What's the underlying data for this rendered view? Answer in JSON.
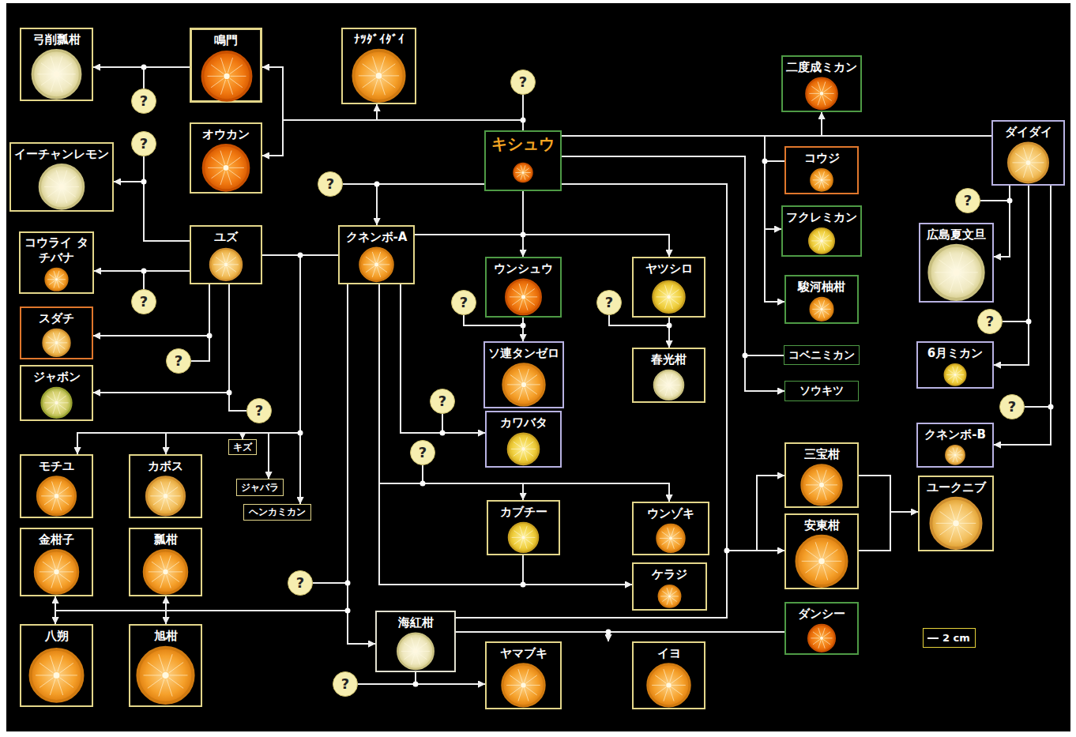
{
  "diagram": {
    "nodes": [
      {
        "text": [
          "弓削瓢柑"
        ]
      },
      {
        "text": [
          "鳴門"
        ]
      },
      {
        "text": [
          "ﾅﾂﾀﾞｲﾀﾞｲ"
        ]
      },
      {
        "text": [
          "?"
        ]
      },
      {
        "text": [
          "キシュウ"
        ]
      },
      {
        "text": [
          "二度成ミカン"
        ]
      },
      {
        "text": [
          "ダイダイ"
        ]
      },
      {
        "text": [
          "オウカン"
        ]
      },
      {
        "text": [
          "イーチャンレモン"
        ]
      },
      {
        "text": [
          "?"
        ]
      },
      {
        "text": [
          "?"
        ]
      },
      {
        "text": [
          "?"
        ]
      },
      {
        "text": [
          "コウジ"
        ]
      },
      {
        "text": [
          "?"
        ]
      },
      {
        "text": [
          "広島夏文旦"
        ]
      },
      {
        "text": [
          "フクレミカン"
        ]
      },
      {
        "text": [
          "ユズ"
        ]
      },
      {
        "text": [
          "クネンボ-A"
        ]
      },
      {
        "text": [
          "コウライ タチバナ"
        ]
      },
      {
        "text": [
          "?"
        ]
      },
      {
        "text": [
          "ウンシュウ"
        ]
      },
      {
        "text": [
          "ヤツシロ"
        ]
      },
      {
        "text": [
          "駿河柚柑"
        ]
      },
      {
        "text": [
          "?"
        ]
      },
      {
        "text": [
          "?"
        ]
      },
      {
        "text": [
          "?"
        ]
      },
      {
        "text": [
          "スダチ"
        ]
      },
      {
        "text": [
          "ソ連タンゼロ"
        ]
      },
      {
        "text": [
          "春光柑"
        ]
      },
      {
        "text": [
          "コベニミカン"
        ]
      },
      {
        "text": [
          "6月ミカン"
        ]
      },
      {
        "text": [
          "?"
        ]
      },
      {
        "text": [
          "ジャボン"
        ]
      },
      {
        "text": [
          "ソウキツ"
        ]
      },
      {
        "text": [
          "?"
        ]
      },
      {
        "text": [
          "?"
        ]
      },
      {
        "text": [
          "カワバタ"
        ]
      },
      {
        "text": [
          "?"
        ]
      },
      {
        "text": [
          "クネンボ-B"
        ]
      },
      {
        "text": [
          "?"
        ]
      },
      {
        "text": [
          "キズ"
        ]
      },
      {
        "text": [
          "ジャバラ"
        ]
      },
      {
        "text": [
          "ヘンカミカン"
        ]
      },
      {
        "text": [
          "モチユ"
        ]
      },
      {
        "text": [
          "カボス"
        ]
      },
      {
        "text": [
          "三宝柑"
        ]
      },
      {
        "text": [
          "ユークニブ"
        ]
      },
      {
        "text": [
          "カブチー"
        ]
      },
      {
        "text": [
          "ウンゾキ"
        ]
      },
      {
        "text": [
          "金柑子"
        ]
      },
      {
        "text": [
          "瓢柑"
        ]
      },
      {
        "text": [
          "安東柑"
        ]
      },
      {
        "text": [
          "ケラジ"
        ]
      },
      {
        "text": [
          "?"
        ]
      },
      {
        "text": [
          "ダンシー"
        ]
      },
      {
        "text": [
          "海紅柑"
        ]
      },
      {
        "text": [
          "八朔"
        ]
      },
      {
        "text": [
          "旭柑"
        ]
      },
      {
        "text": [
          "ヤマブキ"
        ]
      },
      {
        "text": [
          "イヨ"
        ]
      },
      {
        "text": [
          "?"
        ]
      }
    ],
    "edges": [
      {
        "from": 1,
        "to": 0,
        "arrow": "to"
      },
      {
        "from": 9,
        "to": 0,
        "arrow": "to"
      },
      {
        "from": 4,
        "to": 2,
        "arrow": "to"
      },
      {
        "from": 3,
        "to": 2,
        "arrow": "to"
      },
      {
        "from": 4,
        "to": 1,
        "arrow": "to"
      },
      {
        "from": 3,
        "to": 1,
        "arrow": "to"
      },
      {
        "from": 4,
        "to": 7,
        "arrow": "to"
      },
      {
        "from": 3,
        "to": 7,
        "arrow": "to"
      },
      {
        "from": 16,
        "to": 8,
        "arrow": "to"
      },
      {
        "from": 10,
        "to": 8,
        "arrow": "to"
      },
      {
        "from": 16,
        "to": 18,
        "arrow": "to"
      },
      {
        "from": 19,
        "to": 18,
        "arrow": "to"
      },
      {
        "from": 16,
        "to": 26,
        "arrow": "to"
      },
      {
        "from": 31,
        "to": 26,
        "arrow": "to"
      },
      {
        "from": 16,
        "to": 32,
        "arrow": "to"
      },
      {
        "from": 37,
        "to": 32,
        "arrow": "to"
      },
      {
        "from": 11,
        "to": 17,
        "arrow": "to"
      },
      {
        "from": 4,
        "to": 17,
        "arrow": "to"
      },
      {
        "from": 4,
        "to": 20,
        "arrow": "to"
      },
      {
        "from": 17,
        "to": 20,
        "arrow": "to"
      },
      {
        "from": 4,
        "to": 21,
        "arrow": "to"
      },
      {
        "from": 17,
        "to": 21,
        "arrow": "to"
      },
      {
        "from": 20,
        "to": 27,
        "arrow": "to"
      },
      {
        "from": 23,
        "to": 27,
        "arrow": "to"
      },
      {
        "from": 21,
        "to": 28,
        "arrow": "to"
      },
      {
        "from": 24,
        "to": 28,
        "arrow": "to"
      },
      {
        "from": 16,
        "to": 43,
        "arrow": "to"
      },
      {
        "from": 17,
        "to": 43,
        "arrow": "to"
      },
      {
        "from": 16,
        "to": 44,
        "arrow": "to"
      },
      {
        "from": 17,
        "to": 44,
        "arrow": "to"
      },
      {
        "from": 16,
        "to": 40,
        "arrow": "to"
      },
      {
        "from": 17,
        "to": 40,
        "arrow": "to"
      },
      {
        "from": 16,
        "to": 41,
        "arrow": "to"
      },
      {
        "from": 17,
        "to": 41,
        "arrow": "to"
      },
      {
        "from": 16,
        "to": 42,
        "arrow": "to"
      },
      {
        "from": 17,
        "to": 42,
        "arrow": "to"
      },
      {
        "from": 17,
        "to": 36,
        "arrow": "to"
      },
      {
        "from": 35,
        "to": 36,
        "arrow": "to"
      },
      {
        "from": 17,
        "to": 47,
        "arrow": "to"
      },
      {
        "from": 39,
        "to": 47,
        "arrow": "to"
      },
      {
        "from": 17,
        "to": 48,
        "arrow": "to"
      },
      {
        "from": 39,
        "to": 48,
        "arrow": "to"
      },
      {
        "from": 17,
        "to": 52,
        "arrow": "to"
      },
      {
        "from": 47,
        "to": 52,
        "arrow": "to"
      },
      {
        "from": 17,
        "to": 55,
        "arrow": "to"
      },
      {
        "from": 53,
        "to": 55,
        "arrow": "to"
      },
      {
        "from": 17,
        "to": 49,
        "arrow": "to"
      },
      {
        "from": 17,
        "to": 56,
        "arrow": "to"
      },
      {
        "from": 17,
        "to": 50,
        "arrow": "to"
      },
      {
        "from": 17,
        "to": 57,
        "arrow": "to"
      },
      {
        "from": 53,
        "to": 49,
        "arrow": "to"
      },
      {
        "from": 53,
        "to": 56,
        "arrow": "to"
      },
      {
        "from": 53,
        "to": 50,
        "arrow": "to"
      },
      {
        "from": 53,
        "to": 57,
        "arrow": "to"
      },
      {
        "from": 55,
        "to": 58,
        "arrow": "to"
      },
      {
        "from": 60,
        "to": 58,
        "arrow": "to"
      },
      {
        "from": 55,
        "to": 59,
        "arrow": "to"
      },
      {
        "from": 54,
        "to": 59,
        "arrow": "to"
      },
      {
        "from": 4,
        "to": 45,
        "arrow": "to"
      },
      {
        "from": 55,
        "to": 45,
        "arrow": "to"
      },
      {
        "from": 4,
        "to": 51,
        "arrow": "to"
      },
      {
        "from": 55,
        "to": 51,
        "arrow": "to"
      },
      {
        "from": 45,
        "to": 46,
        "arrow": "to"
      },
      {
        "from": 51,
        "to": 46,
        "arrow": "to"
      },
      {
        "from": 4,
        "to": 5,
        "arrow": "to"
      },
      {
        "from": 6,
        "to": 5,
        "arrow": "to"
      },
      {
        "from": 4,
        "to": 15,
        "arrow": "to"
      },
      {
        "from": 12,
        "to": 15,
        "arrow": "to"
      },
      {
        "from": 4,
        "to": 22,
        "arrow": "to"
      },
      {
        "from": 12,
        "to": 22,
        "arrow": "to"
      },
      {
        "from": 4,
        "to": 33,
        "arrow": "to"
      },
      {
        "from": 29,
        "to": 33,
        "arrow": "to"
      },
      {
        "from": 6,
        "to": 14,
        "arrow": "to"
      },
      {
        "from": 13,
        "to": 14,
        "arrow": "to"
      },
      {
        "from": 6,
        "to": 30,
        "arrow": "to"
      },
      {
        "from": 25,
        "to": 30,
        "arrow": "to"
      },
      {
        "from": 6,
        "to": 38,
        "arrow": "to"
      },
      {
        "from": 34,
        "to": 38,
        "arrow": "to"
      }
    ],
    "labels": [
      "2 cm"
    ]
  }
}
